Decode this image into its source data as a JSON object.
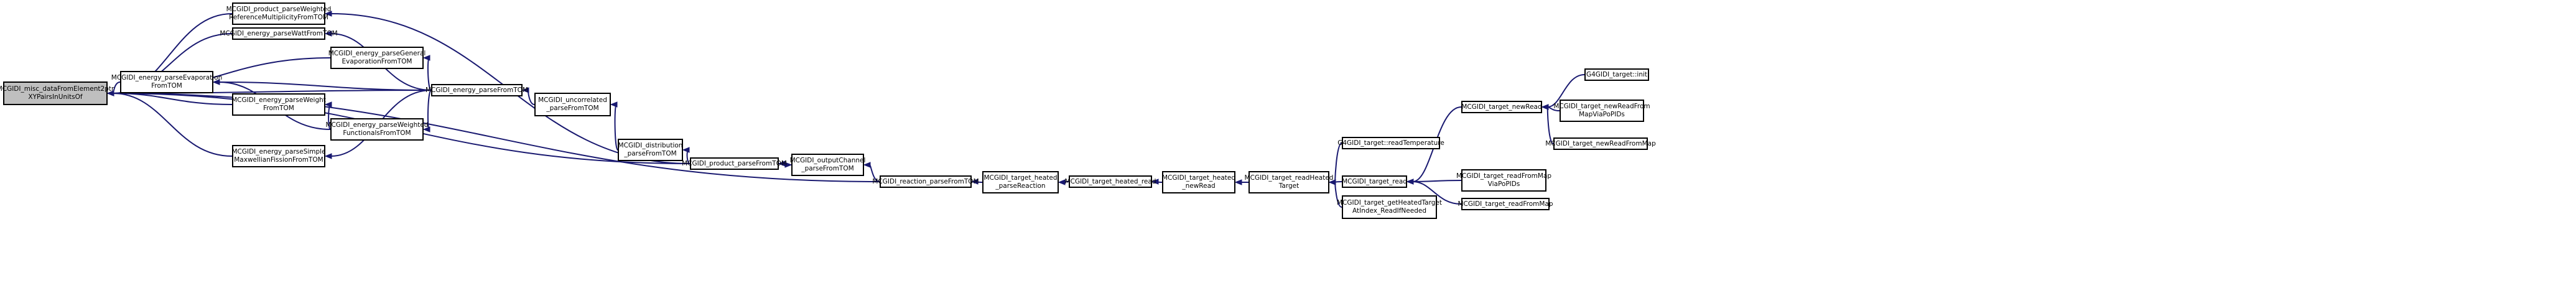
{
  "graph": {
    "root": {
      "lines": [
        "MCGIDI_misc_dataFromElement2ptr",
        "XYPairsInUnitsOf"
      ]
    },
    "nodes": [
      {
        "id": "product_parseWeightedRefMult",
        "lines": [
          "MCGIDI_product_parseWeighted",
          "ReferenceMultiplicityFromTOM"
        ]
      },
      {
        "id": "energy_parseWattFromTOM",
        "lines": [
          "MCGIDI_energy_parseWattFromTOM"
        ]
      },
      {
        "id": "energy_parseGeneralEvaporation",
        "lines": [
          "MCGIDI_energy_parseGeneral",
          "EvaporationFromTOM"
        ]
      },
      {
        "id": "energy_parseEvaporation",
        "lines": [
          "MCGIDI_energy_parseEvaporation",
          "FromTOM"
        ]
      },
      {
        "id": "energy_parseWeight",
        "lines": [
          "MCGIDI_energy_parseWeight",
          "FromTOM"
        ]
      },
      {
        "id": "energy_parseWeightedFunctionals",
        "lines": [
          "MCGIDI_energy_parseWeighted",
          "FunctionalsFromTOM"
        ]
      },
      {
        "id": "energy_parseSimpleMaxwellian",
        "lines": [
          "MCGIDI_energy_parseSimple",
          "MaxwellianFissionFromTOM"
        ]
      },
      {
        "id": "energy_parseFromTOM",
        "lines": [
          "MCGIDI_energy_parseFromTOM"
        ]
      },
      {
        "id": "uncorrelated_parseFromTOM",
        "lines": [
          "MCGIDI_uncorrelated",
          "_parseFromTOM"
        ]
      },
      {
        "id": "distribution_parseFromTOM",
        "lines": [
          "MCGIDI_distribution",
          "_parseFromTOM"
        ]
      },
      {
        "id": "product_parseFromTOM",
        "lines": [
          "MCGIDI_product_parseFromTOM"
        ]
      },
      {
        "id": "outputChannel_parseFromTOM",
        "lines": [
          "MCGIDI_outputChannel",
          "_parseFromTOM"
        ]
      },
      {
        "id": "reaction_parseFromTOM",
        "lines": [
          "MCGIDI_reaction_parseFromTOM"
        ]
      },
      {
        "id": "target_heated_parseReaction",
        "lines": [
          "MCGIDI_target_heated",
          "_parseReaction"
        ]
      },
      {
        "id": "target_heated_read",
        "lines": [
          "MCGIDI_target_heated_read"
        ]
      },
      {
        "id": "target_heated_newRead",
        "lines": [
          "MCGIDI_target_heated",
          "_newRead"
        ]
      },
      {
        "id": "target_readHeatedTarget",
        "lines": [
          "MCGIDI_target_readHeated",
          "Target"
        ]
      },
      {
        "id": "g4gidi_readTemperature",
        "lines": [
          "G4GIDI_target::readTemperature"
        ]
      },
      {
        "id": "target_read",
        "lines": [
          "MCGIDI_target_read"
        ]
      },
      {
        "id": "target_getHeatedTarget",
        "lines": [
          "MCGIDI_target_getHeatedTarget",
          "AtIndex_ReadIfNeeded"
        ]
      },
      {
        "id": "target_newRead",
        "lines": [
          "MCGIDI_target_newRead"
        ]
      },
      {
        "id": "target_readFromMapViaPoPIDs",
        "lines": [
          "MCGIDI_target_readFromMap",
          "ViaPoPIDs"
        ]
      },
      {
        "id": "target_readFromMap",
        "lines": [
          "MCGIDI_target_readFromMap"
        ]
      },
      {
        "id": "g4gidi_init",
        "lines": [
          "G4GIDI_target::init"
        ]
      },
      {
        "id": "target_newReadFromMapViaPoPIDs",
        "lines": [
          "MCGIDI_target_newReadFrom",
          "MapViaPoPIDs"
        ]
      },
      {
        "id": "target_newReadFromMap",
        "lines": [
          "MCGIDI_target_newReadFromMap"
        ]
      }
    ],
    "edges": [
      [
        "product_parseWeightedRefMult",
        "root"
      ],
      [
        "energy_parseWattFromTOM",
        "root"
      ],
      [
        "energy_parseGeneralEvaporation",
        "root"
      ],
      [
        "energy_parseEvaporation",
        "root"
      ],
      [
        "energy_parseWeight",
        "root"
      ],
      [
        "energy_parseSimpleMaxwellian",
        "root"
      ],
      [
        "energy_parseFromTOM",
        "root"
      ],
      [
        "product_parseFromTOM",
        "root"
      ],
      [
        "reaction_parseFromTOM",
        "root"
      ],
      [
        "product_parseFromTOM",
        "product_parseWeightedRefMult"
      ],
      [
        "energy_parseFromTOM",
        "energy_parseWattFromTOM"
      ],
      [
        "energy_parseFromTOM",
        "energy_parseGeneralEvaporation"
      ],
      [
        "energy_parseFromTOM",
        "energy_parseEvaporation"
      ],
      [
        "energy_parseWeightedFunctionals",
        "energy_parseEvaporation"
      ],
      [
        "energy_parseWeightedFunctionals",
        "energy_parseWeight"
      ],
      [
        "energy_parseFromTOM",
        "energy_parseWeightedFunctionals"
      ],
      [
        "energy_parseFromTOM",
        "energy_parseSimpleMaxwellian"
      ],
      [
        "uncorrelated_parseFromTOM",
        "energy_parseFromTOM"
      ],
      [
        "distribution_parseFromTOM",
        "uncorrelated_parseFromTOM"
      ],
      [
        "product_parseFromTOM",
        "distribution_parseFromTOM"
      ],
      [
        "outputChannel_parseFromTOM",
        "product_parseFromTOM"
      ],
      [
        "product_parseFromTOM",
        "outputChannel_parseFromTOM"
      ],
      [
        "reaction_parseFromTOM",
        "outputChannel_parseFromTOM"
      ],
      [
        "target_heated_parseReaction",
        "reaction_parseFromTOM"
      ],
      [
        "target_heated_read",
        "target_heated_parseReaction"
      ],
      [
        "target_heated_newRead",
        "target_heated_read"
      ],
      [
        "target_readHeatedTarget",
        "target_heated_newRead"
      ],
      [
        "g4gidi_readTemperature",
        "target_readHeatedTarget"
      ],
      [
        "target_read",
        "target_readHeatedTarget"
      ],
      [
        "target_getHeatedTarget",
        "target_readHeatedTarget"
      ],
      [
        "target_newRead",
        "target_read"
      ],
      [
        "target_readFromMapViaPoPIDs",
        "target_read"
      ],
      [
        "target_readFromMap",
        "target_read"
      ],
      [
        "g4gidi_init",
        "target_newRead"
      ],
      [
        "target_newReadFromMapViaPoPIDs",
        "target_newRead"
      ],
      [
        "target_newReadFromMap",
        "target_newRead"
      ]
    ],
    "colors": {
      "edge": "#191970",
      "root_fill": "#bfbfbf",
      "node_fill": "#ffffff",
      "border": "#000000"
    }
  }
}
